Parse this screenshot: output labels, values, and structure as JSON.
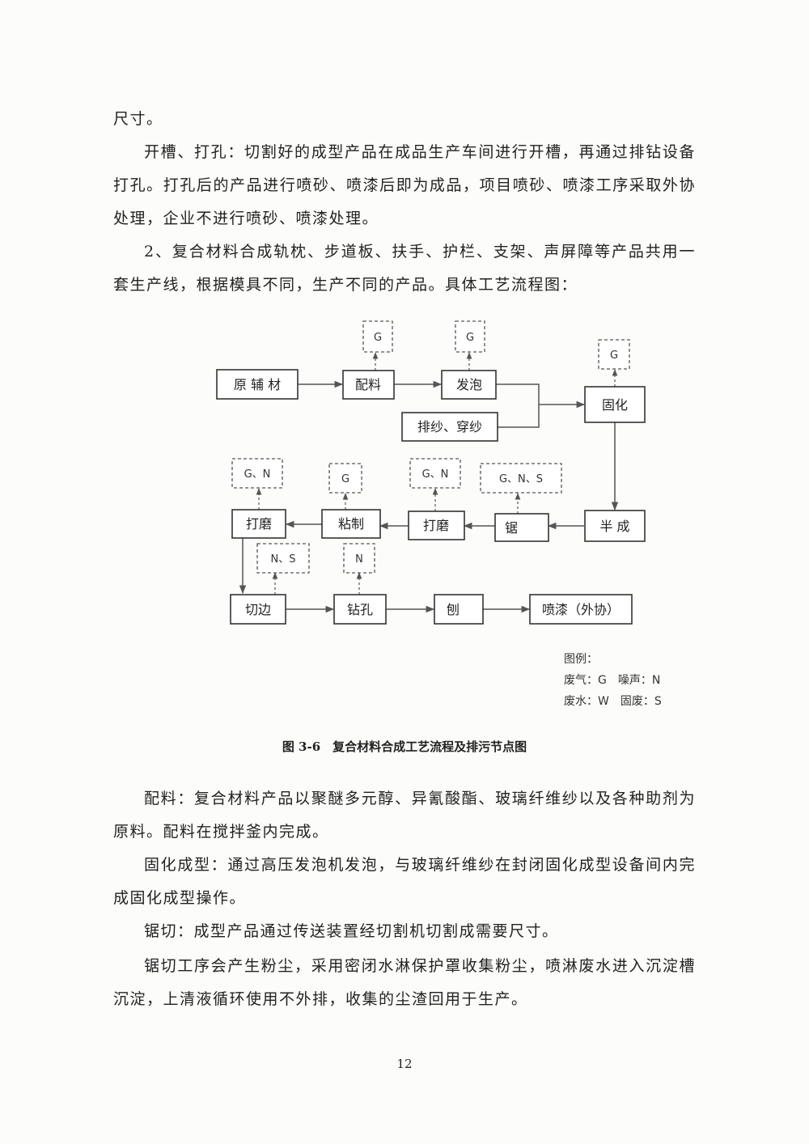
{
  "paragraphs": [
    "尺寸。",
    "开槽、打孔：切割好的成型产品在成品生产车间进行开槽，再通过排钻设备打孔。打孔后的产品进行喷砂、喷漆后即为成品，项目喷砂、喷漆工序采取外协处理，企业不进行喷砂、喷漆处理。",
    "2、复合材料合成轨枕、步道板、扶手、护栏、支架、声屏障等产品共用一套生产线，根据模具不同，生产不同的产品。具体工艺流程图："
  ],
  "flowchart": {
    "process_boxes": [
      "原 辅 材",
      "配料",
      "发泡",
      "排纱、穿纱",
      "固化",
      "半 成",
      "锯",
      "打磨",
      "粘制",
      "打磨",
      "切边",
      "钻孔",
      "刨",
      "喷漆（外协）"
    ],
    "emission_boxes": [
      "G",
      "G",
      "G",
      "G、N",
      "G",
      "G、N",
      "G、N、S",
      "N、S",
      "N"
    ],
    "legend": {
      "title": "图例：",
      "line1": "废气：G　噪声：N",
      "line2": "废水：W　固废：S"
    },
    "caption": "图 3-6　复合材料合成工艺流程及排污节点图"
  },
  "paragraphs_after": [
    "配料：复合材料产品以聚醚多元醇、异氰酸酯、玻璃纤维纱以及各种助剂为原料。配料在搅拌釜内完成。",
    "固化成型：通过高压发泡机发泡，与玻璃纤维纱在封闭固化成型设备间内完成固化成型操作。",
    "锯切：成型产品通过传送装置经切割机切割成需要尺寸。",
    "锯切工序会产生粉尘，采用密闭水淋保护罩收集粉尘，喷淋废水进入沉淀槽沉淀，上清液循环使用不外排，收集的尘渣回用于生产。"
  ],
  "page_number": "12"
}
